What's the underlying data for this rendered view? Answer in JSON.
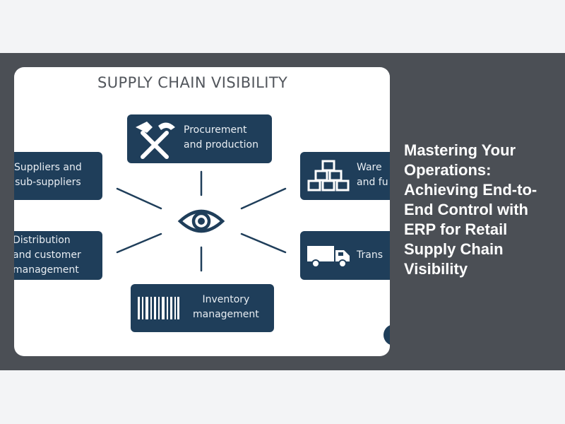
{
  "banner": {
    "headline": "Mastering Your Operations: Achieving End-to-End Control with ERP for Retail Supply Chain Visibility"
  },
  "diagram": {
    "title": "SUPPLY CHAIN VISIBILITY",
    "center_icon": "eye-icon",
    "nodes": {
      "procurement": {
        "line1": "Procurement",
        "line2": "and production",
        "icon": "hammer-pickaxe-icon"
      },
      "suppliers": {
        "line1": "Suppliers and",
        "line2": "sub-suppliers"
      },
      "warehouse": {
        "line1": "Ware",
        "line2": "and fu",
        "icon": "boxes-icon"
      },
      "distribution": {
        "line1": "Distribution",
        "line2": "and customer",
        "line3": "management"
      },
      "transport": {
        "line1": "Trans",
        "icon": "truck-icon"
      },
      "inventory": {
        "line1": "Inventory",
        "line2": "management",
        "icon": "barcode-icon"
      }
    },
    "colors": {
      "node_bg": "#1f3e5a",
      "node_text": "#e9eef3",
      "connector": "#1f3e5a",
      "banner_bg": "#4b4f55",
      "page_bg": "#f3f4f6"
    }
  }
}
